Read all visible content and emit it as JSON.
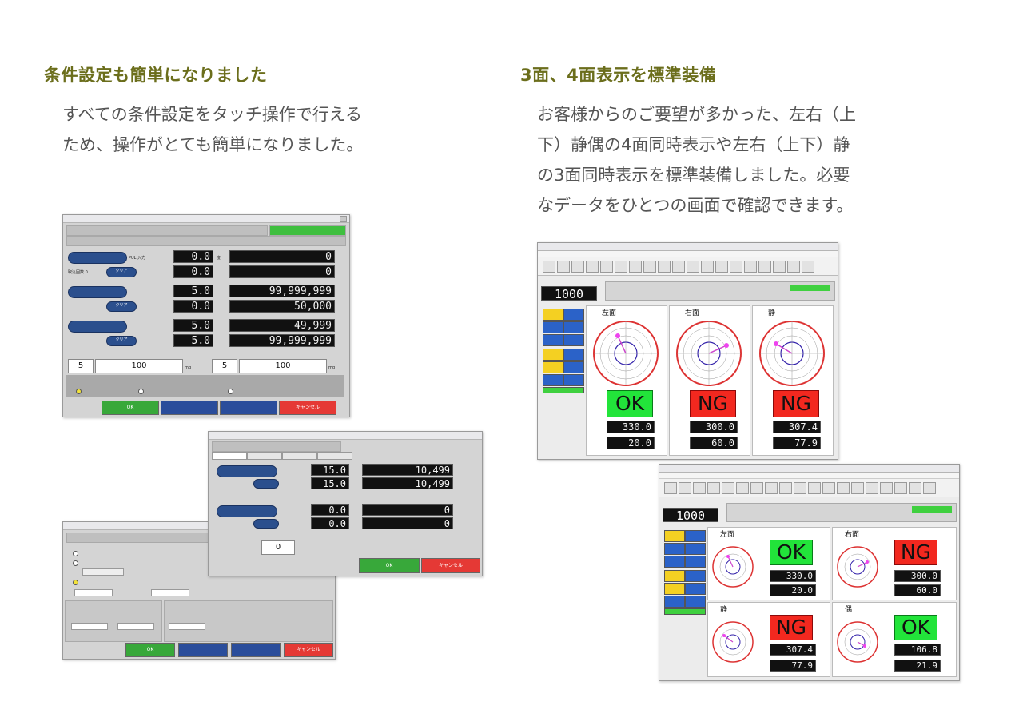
{
  "left_heading": "条件設定も簡単になりました",
  "left_text": [
    "すべての条件設定をタッチ操作で行える",
    "ため、操作がとても簡単になりました。"
  ],
  "right_heading": "3面、4面表示を標準装備",
  "right_text": [
    "お客様からのご要望が多かった、左右（上",
    "下）静偶の4面同時表示や左右（上下）静",
    "の3面同時表示を標準装備しました。必要",
    "なデータをひとつの画面で確認できます。"
  ],
  "win_a": {
    "rows": [
      {
        "puls": "0.0",
        "big": "0"
      },
      {
        "puls": "0.0",
        "big": "0"
      },
      {
        "puls": "5.0",
        "big": "99,999,999"
      },
      {
        "puls": "0.0",
        "big": "50,000"
      },
      {
        "puls": "5.0",
        "big": "49,999"
      },
      {
        "puls": "5.0",
        "big": "99,999,999"
      }
    ],
    "in1a": "5",
    "in1b": "100",
    "in2a": "5",
    "in2b": "100",
    "unit": "mg",
    "ok": "OK",
    "cancel": "キャンセル",
    "clear": "クリア"
  },
  "win_b": {
    "rows": [
      {
        "puls": "15.0",
        "big": "10,499"
      },
      {
        "puls": "15.0",
        "big": "10,499"
      },
      {
        "puls": "0.0",
        "big": "0"
      },
      {
        "puls": "0.0",
        "big": "0"
      }
    ],
    "shift": "0",
    "ok": "OK",
    "cancel": "キャンセル"
  },
  "win_c": {
    "ok": "OK",
    "cancel": "キャンセル"
  },
  "win_d": {
    "counter": "1000",
    "panels": [
      {
        "name": "左面",
        "result": "OK",
        "v1": "330.0",
        "v2": "20.0"
      },
      {
        "name": "右面",
        "result": "NG",
        "v1": "300.0",
        "v2": "60.0"
      },
      {
        "name": "静",
        "result": "NG",
        "v1": "307.4",
        "v2": "77.9"
      }
    ]
  },
  "win_e": {
    "counter": "1000",
    "panels": [
      {
        "name": "左面",
        "result": "OK",
        "v1": "330.0",
        "v2": "20.0"
      },
      {
        "name": "右面",
        "result": "NG",
        "v1": "300.0",
        "v2": "60.0"
      },
      {
        "name": "静",
        "result": "NG",
        "v1": "307.4",
        "v2": "77.9"
      },
      {
        "name": "偶",
        "result": "OK",
        "v1": "106.8",
        "v2": "21.9"
      }
    ]
  },
  "colors": {
    "heading": "#6b6e1c",
    "ok": "#22e43a",
    "ng": "#f2281f",
    "button_blue": "#2a4d9b",
    "button_green": "#38a83a",
    "button_red": "#e53935"
  }
}
